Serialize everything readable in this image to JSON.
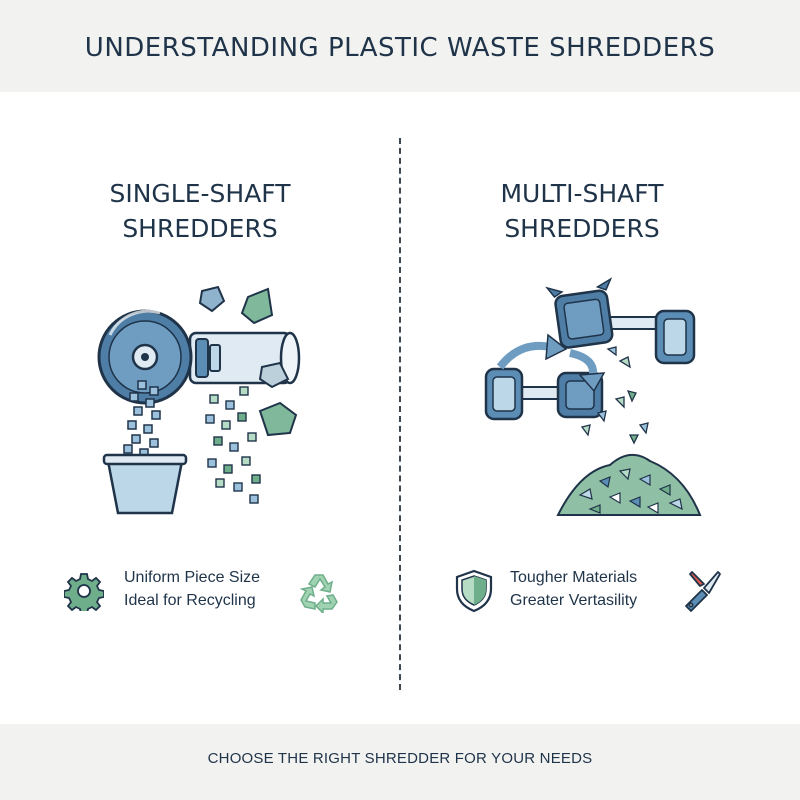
{
  "header": {
    "title": "UNDERSTANDING PLASTIC WASTE SHREDDERS"
  },
  "left_column": {
    "title_line1": "SINGLE-SHAFT",
    "title_line2": "SHREDDERS",
    "features": [
      "Uniform Piece Size",
      "Ideal for Recycling"
    ],
    "icons": [
      "gear-icon",
      "recycle-icon"
    ]
  },
  "right_column": {
    "title_line1": "MULTI-SHAFT",
    "title_line2": "SHREDDERS",
    "features": [
      "Tougher Materials",
      "Greater Vertasility"
    ],
    "icons": [
      "shield-icon",
      "multitool-icon"
    ]
  },
  "footer": {
    "text": "CHOOSE THE RIGHT SHREDDER FOR YOUR NEEDS"
  },
  "colors": {
    "navy": "#1f3349",
    "blue": "#5b8db5",
    "light_blue": "#bcd7e8",
    "green": "#6fae8a",
    "light_green": "#b7dcc5",
    "band": "#f2f2f1"
  }
}
